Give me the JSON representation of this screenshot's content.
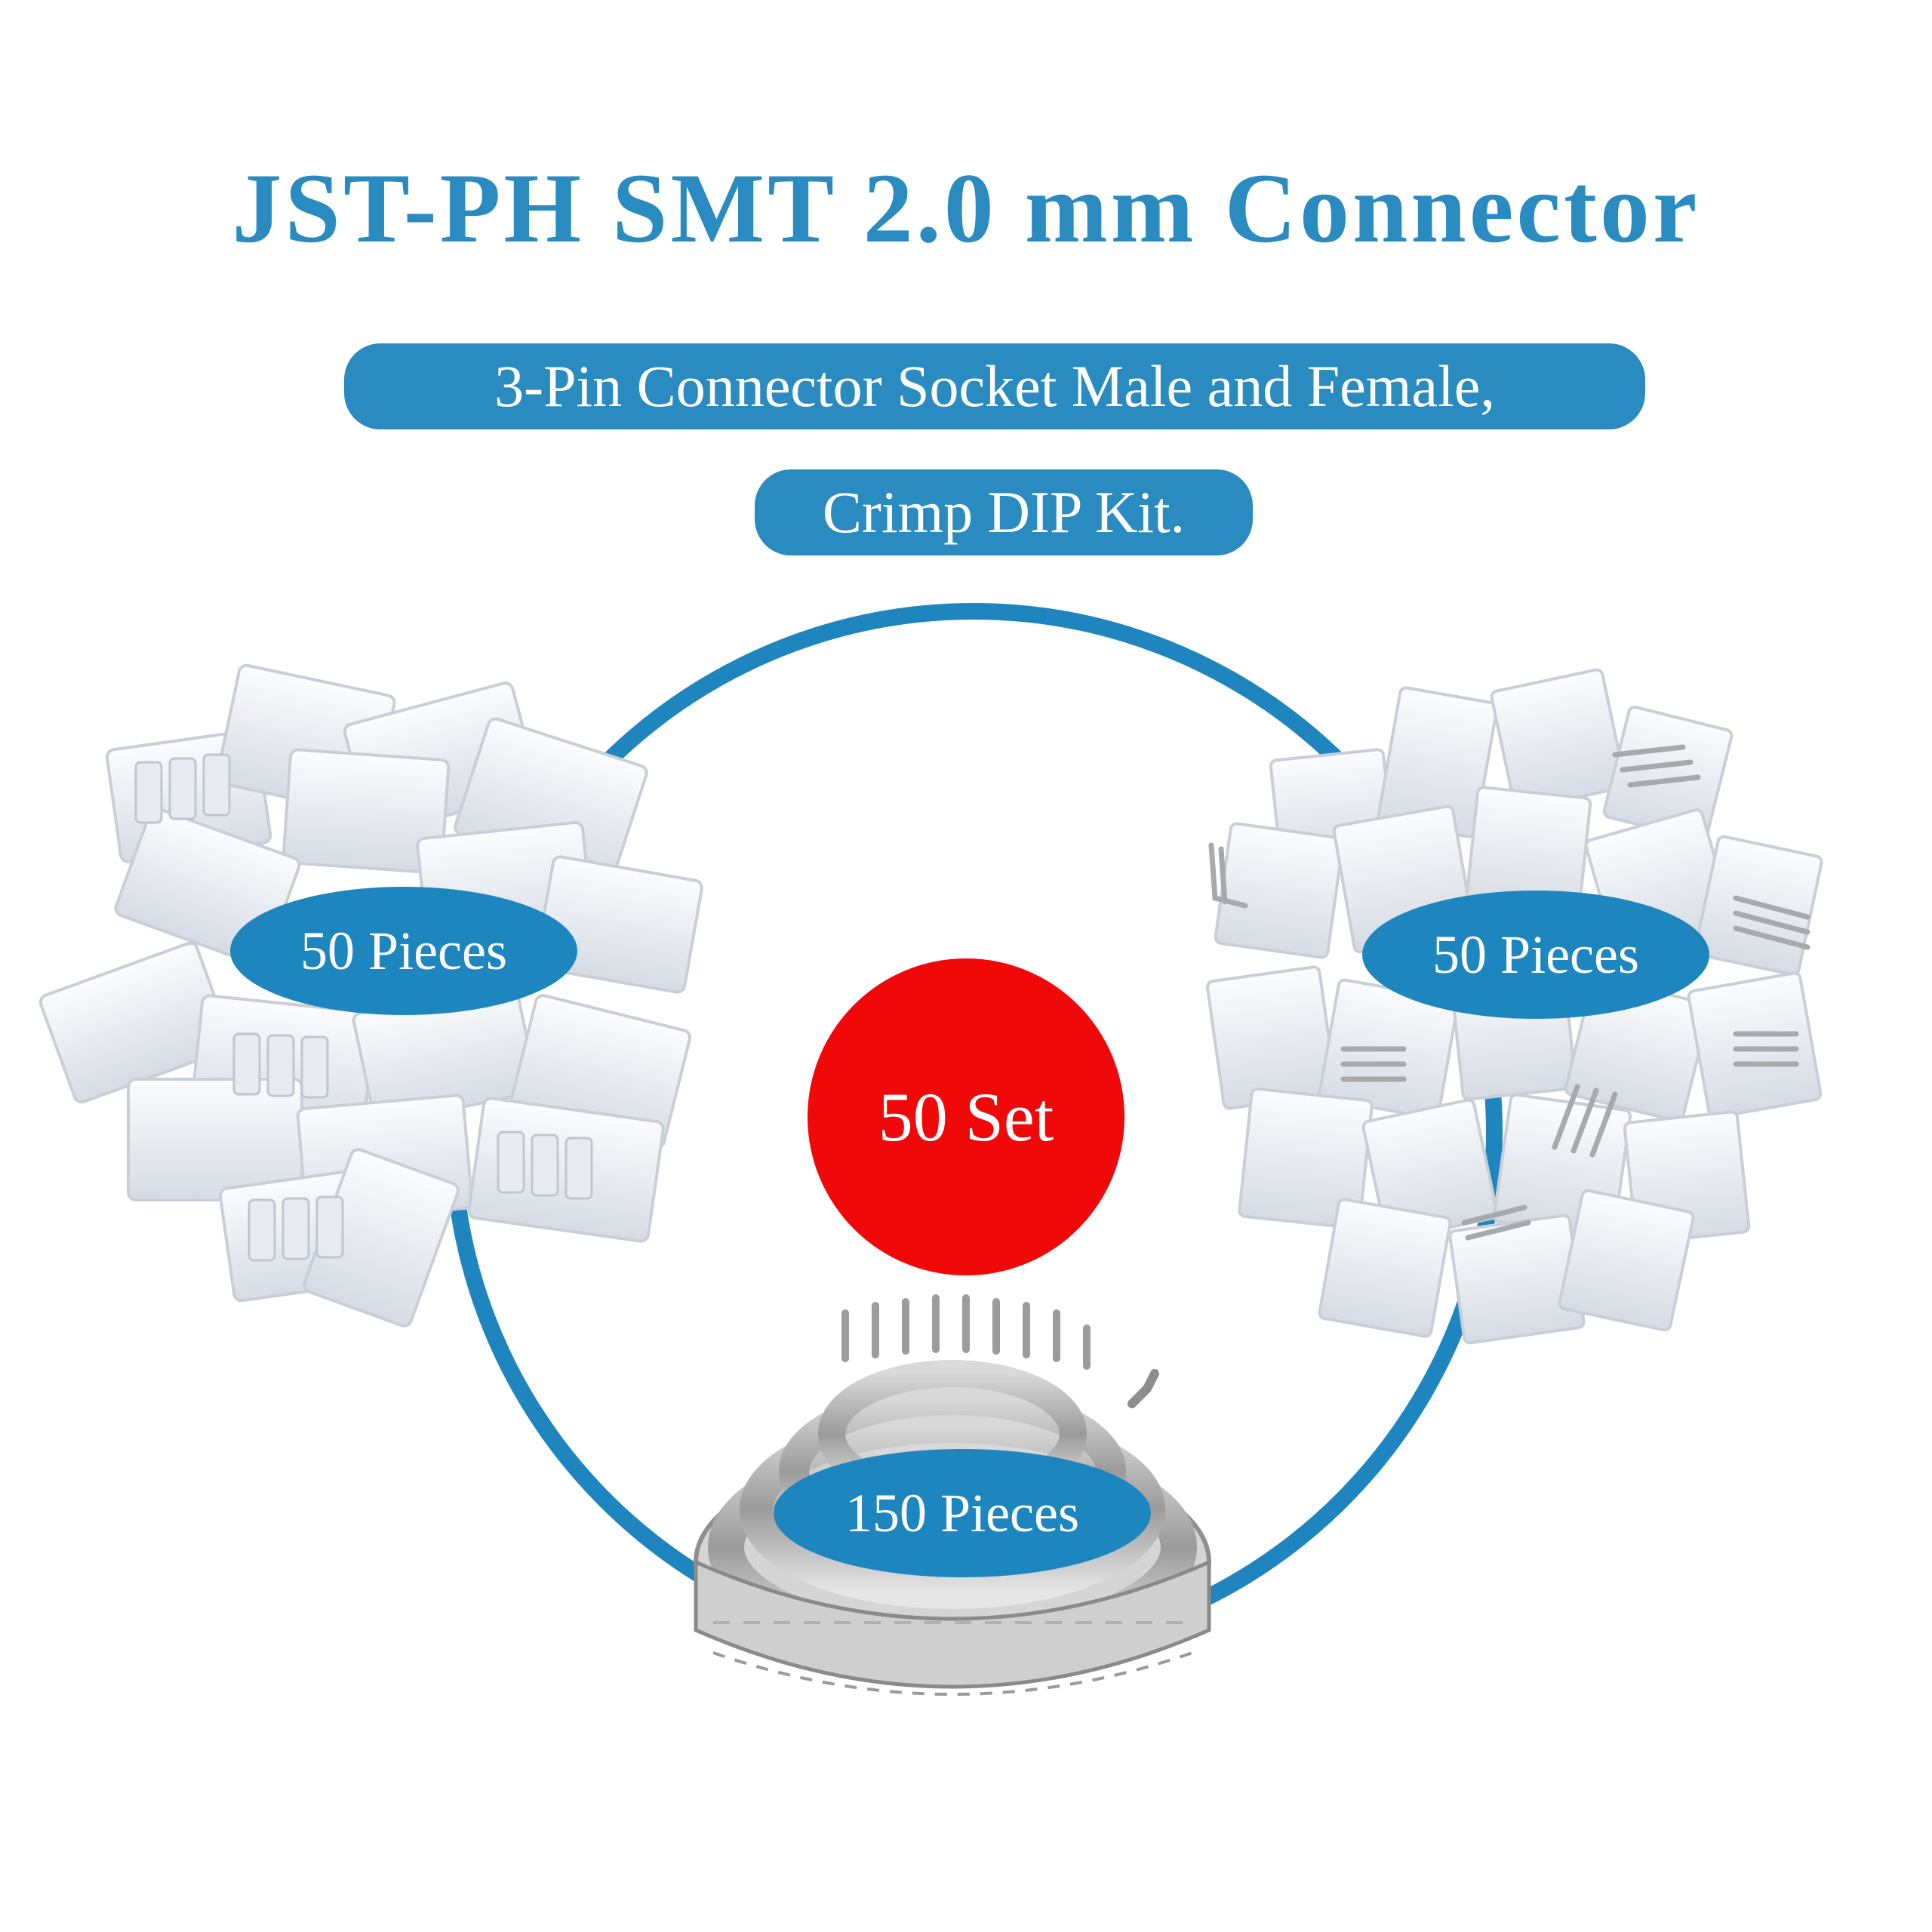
{
  "header": {
    "title": "JST-PH SMT 2.0 mm Connector",
    "subtitle_line1": "3-Pin Connector Socket Male and Female,",
    "subtitle_line2": "Crimp DIP Kit."
  },
  "items": {
    "left_label": "50 Pieces",
    "right_label": "50 Pieces",
    "bottom_label": "150 Pieces",
    "center_label": "50 Set"
  },
  "colors": {
    "accent": "#2a8bc0",
    "set_red": "#f10808",
    "background": "#ffffff"
  }
}
